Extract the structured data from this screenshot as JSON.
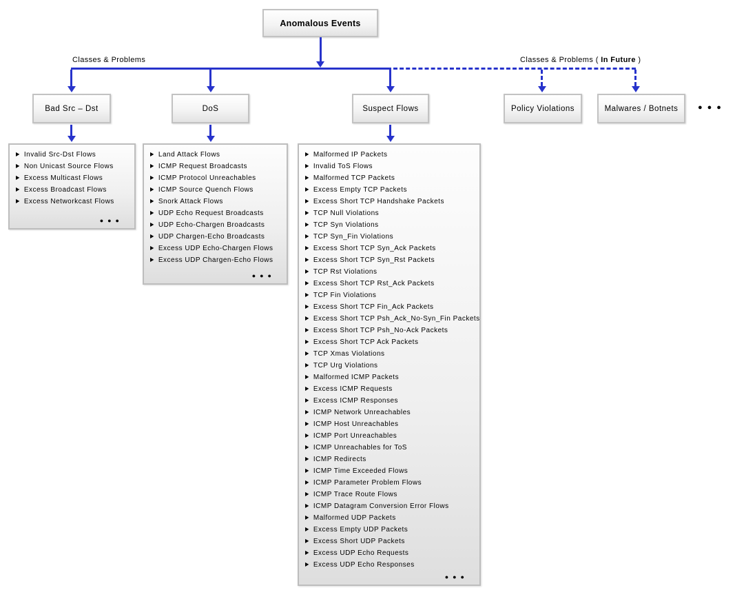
{
  "root": {
    "label": "Anomalous Events"
  },
  "branch_labels": {
    "left": "Classes & Problems",
    "right_prefix": "Classes & Problems (",
    "right_bold": "In Future",
    "right_suffix": ")"
  },
  "glyphs": {
    "bullet_icon": "▶",
    "ellipsis": "●●●",
    "more_categories_ellipsis": "●●●"
  },
  "colors": {
    "connector_blue": "#2733cb",
    "box_border_gray": "#c2c2c2",
    "box_fill_top": "#ffffff",
    "box_fill_bottom": "#e3e3e3",
    "text": "#000000"
  },
  "categories": [
    {
      "label": "Bad Src – Dst",
      "items": [
        "Invalid Src-Dst Flows",
        "Non Unicast Source Flows",
        "Excess Multicast Flows",
        "Excess Broadcast Flows",
        "Excess Networkcast Flows"
      ]
    },
    {
      "label": "DoS",
      "items": [
        "Land Attack Flows",
        "ICMP Request Broadcasts",
        "ICMP Protocol Unreachables",
        "ICMP Source Quench Flows",
        "Snork Attack Flows",
        "UDP Echo Request Broadcasts",
        "UDP Echo-Chargen Broadcasts",
        "UDP Chargen-Echo Broadcasts",
        "Excess UDP Echo-Chargen Flows",
        "Excess UDP Chargen-Echo Flows"
      ]
    },
    {
      "label": "Suspect Flows",
      "items": [
        "Malformed IP Packets",
        "Invalid ToS Flows",
        "Malformed TCP Packets",
        "Excess Empty TCP Packets",
        "Excess Short TCP Handshake Packets",
        "TCP Null Violations",
        "TCP Syn Violations",
        "TCP Syn_Fin Violations",
        "Excess Short TCP Syn_Ack Packets",
        "Excess Short TCP Syn_Rst Packets",
        "TCP Rst Violations",
        "Excess Short TCP Rst_Ack Packets",
        "TCP Fin Violations",
        "Excess Short TCP Fin_Ack Packets",
        "Excess Short TCP Psh_Ack_No-Syn_Fin Packets",
        "Excess Short TCP Psh_No-Ack Packets",
        "Excess Short TCP Ack Packets",
        "TCP Xmas Violations",
        "TCP Urg Violations",
        "Malformed ICMP Packets",
        "Excess ICMP Requests",
        "Excess ICMP Responses",
        "ICMP Network Unreachables",
        "ICMP Host Unreachables",
        "ICMP Port Unreachables",
        "ICMP Unreachables for ToS",
        "ICMP Redirects",
        "ICMP Time Exceeded Flows",
        "ICMP Parameter Problem Flows",
        "ICMP Trace Route Flows",
        "ICMP Datagram Conversion Error Flows",
        "Malformed UDP Packets",
        "Excess Empty UDP Packets",
        "Excess Short UDP Packets",
        "Excess UDP Echo Requests",
        "Excess UDP Echo Responses"
      ]
    },
    {
      "label": "Policy Violations"
    },
    {
      "label": "Malwares / Botnets"
    }
  ]
}
